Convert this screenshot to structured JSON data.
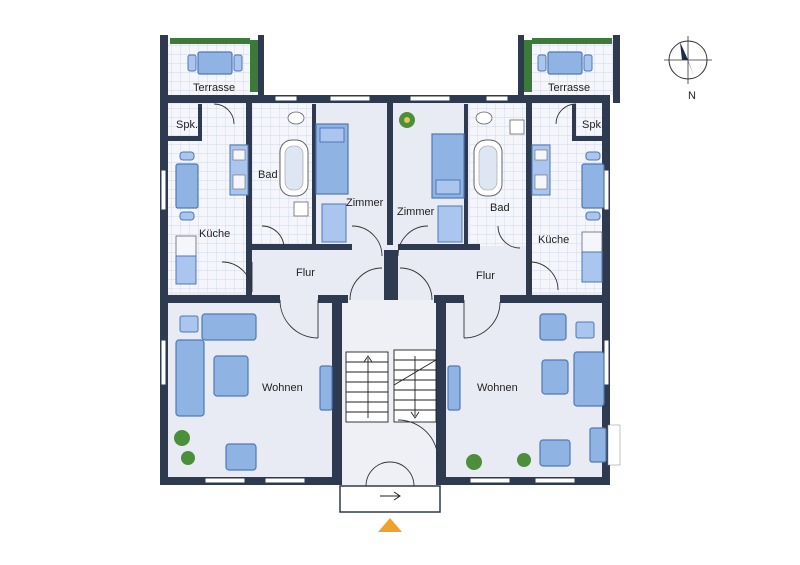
{
  "rooms": {
    "left": {
      "terrace": "Terrasse",
      "pantry": "Spk.",
      "kitchen": "Küche",
      "bath": "Bad",
      "room": "Zimmer",
      "hall": "Flur",
      "living": "Wohnen"
    },
    "right": {
      "terrace": "Terrasse",
      "pantry": "Spk.",
      "kitchen": "Küche",
      "bath": "Bad",
      "room": "Zimmer",
      "hall": "Flur",
      "living": "Wohnen"
    }
  },
  "compass": {
    "north_label": "N"
  },
  "colors": {
    "wall": "#2d3a4f",
    "floor": "#e8ebf3",
    "furniture": "#8fb3e3",
    "entrance_arrow": "#f0a12b"
  }
}
